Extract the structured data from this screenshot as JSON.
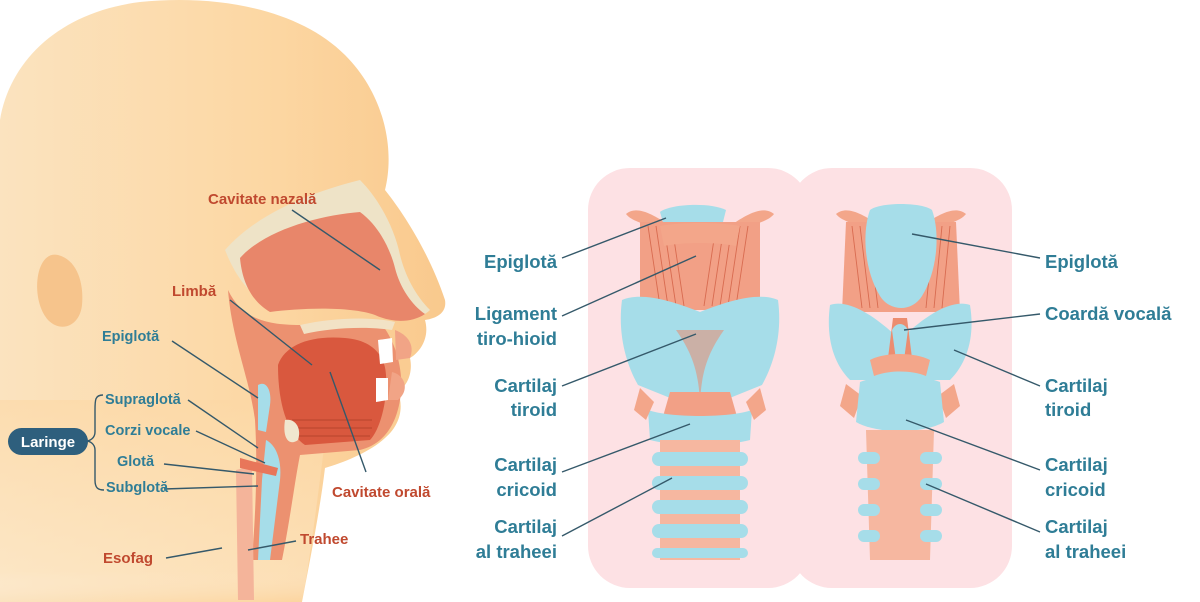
{
  "head_labels": {
    "cavitate_nazala": "Cavitate nazală",
    "limba": "Limbă",
    "epiglota": "Epiglotă",
    "supraglota": "Supraglotă",
    "corzi_vocale": "Corzi vocale",
    "glota": "Glotă",
    "subglota": "Subglotă",
    "laringe": "Laringe",
    "cavitate_orala": "Cavitate orală",
    "esofag": "Esofag",
    "trahee": "Trahee"
  },
  "front_labels": {
    "epiglota": "Epiglotă",
    "ligament_1": "Ligament",
    "ligament_2": "tiro-hioid",
    "tiroid_1": "Cartilaj",
    "tiroid_2": "tiroid",
    "cricoid_1": "Cartilaj",
    "cricoid_2": "cricoid",
    "traheei_1": "Cartilaj",
    "traheei_2": "al traheei"
  },
  "back_labels": {
    "epiglota": "Epiglotă",
    "coarda_vocala": "Coardă vocală",
    "tiroid_1": "Cartilaj",
    "tiroid_2": "tiroid",
    "cricoid_1": "Cartilaj",
    "cricoid_2": "cricoid",
    "traheei_1": "Cartilaj",
    "traheei_2": "al traheei"
  },
  "colors": {
    "skin": "#fbd9a6",
    "flesh": "#ea8a6a",
    "muscle": "#e8765a",
    "cartilage": "#a6dde9",
    "panel": "#fde1e4",
    "label_red": "#c0492f",
    "label_blue": "#2f7d96",
    "badge": "#2e5f7d"
  }
}
